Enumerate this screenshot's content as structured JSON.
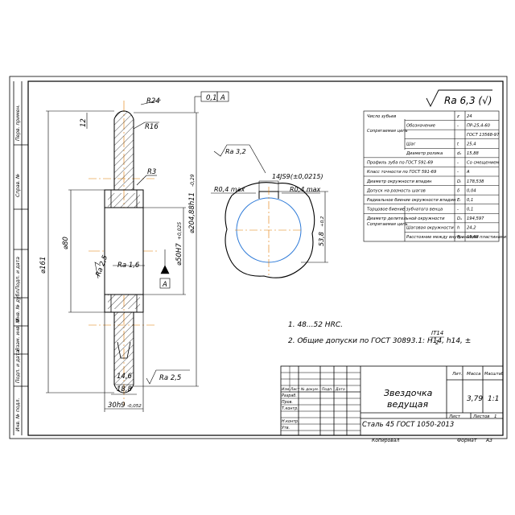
{
  "part_title": [
    "Звездочка",
    "ведущая"
  ],
  "material": "Сталь 45  ГОСТ 1050-2013",
  "surface_roughness_general": "Ra 6,3 (√)",
  "tech_requirements": [
    "1. 48...52 HRC.",
    "2. Общие допуски по ГОСТ 30893.1: H14, h14, ±"
  ],
  "tolerance_fraction": {
    "numerator": "IT14",
    "denominator": "2"
  },
  "title_block": {
    "mass_label": "Масса",
    "scale_label": "Масштаб",
    "lit_label": "Лит.",
    "mass": "3,79",
    "scale": "1:1",
    "sheet_label": "Лист",
    "sheets_label": "Листов",
    "sheets": "1",
    "copied_label": "Копировал",
    "format_label": "Формат",
    "format": "A3",
    "roles": [
      "Разраб.",
      "Пров.",
      "Т.контр.",
      "Н.контр.",
      "Утв."
    ],
    "change_headers": [
      "Изм.",
      "Лист",
      "№ докум.",
      "Подп.",
      "Дата"
    ]
  },
  "side_stamp": [
    "Перв. примен.",
    "Справ. №",
    "Подп. и дата",
    "Инв. № дубл.",
    "Взам. инв. №",
    "Подп. и дата",
    "Инв. № подл."
  ],
  "parameters": [
    {
      "name": "Число зубьев",
      "sym": "z",
      "val": "24"
    },
    {
      "name": "Обозначение",
      "sym": "-",
      "val": "ПР-25,4-60"
    },
    {
      "name": "",
      "sym": "",
      "val": "ГОСТ 13568-97"
    },
    {
      "name": "Шаг",
      "sym": "t",
      "val": "25,4"
    },
    {
      "name": "Диаметр ролика",
      "sym": "d₁",
      "val": "15,88"
    },
    {
      "name": "Профиль зуба по ГОСТ 591-69",
      "sym": "-",
      "val": "Со смещением"
    },
    {
      "name": "Класс точности по ГОСТ 591-69",
      "sym": "-",
      "val": "А"
    },
    {
      "name": "Диаметр окружности впадин",
      "sym": "Dᵢ",
      "val": "178,538"
    },
    {
      "name": "Допуск на разность шагов",
      "sym": "δ",
      "val": "0,04"
    },
    {
      "name": "Радиальное биение окружности впадин",
      "sym": "Eᵣ",
      "val": "0,1"
    },
    {
      "name": "Торцовое биение зубчатого венца",
      "sym": "-",
      "val": "0,1"
    },
    {
      "name": "Диаметр делительной окружности",
      "sym": "Dₐ",
      "val": "194,597"
    },
    {
      "name": "Шаговая окружности",
      "sym": "h",
      "val": "24,2"
    },
    {
      "name": "Расстояние между внутренними пластинами",
      "sym": "Bᵥₙ",
      "val": "15,88"
    }
  ],
  "param_group_labels": {
    "conjugate_chain": "Сопрягаемая цепь",
    "conjugate_chain_2": "Сопрягаемая цепь"
  },
  "dimensions": {
    "runout": "0,1",
    "datum": "A",
    "r24": "R24",
    "r16": "R16",
    "r3": "R3",
    "dim12": "12",
    "d80": "⌀80",
    "d161": "⌀161",
    "d50": "⌀50H7",
    "d50_tol": "+0,025",
    "d204": "⌀204,88h11",
    "d204_tol": "-0,29",
    "ra25_side": "Ra 2,5",
    "ra16": "Ra 1,6",
    "ra25_bottom": "Ra 2,5",
    "w146": "14,6",
    "w188": "18,8",
    "w30": "30h9",
    "w30_tol": "-0,052",
    "ra32": "Ra 3,2",
    "key_width": "14JS9(±0,0215)",
    "r04a": "R0,4 max",
    "r04b": "R0,4 max",
    "key_depth": "53,8",
    "key_depth_tol": "+0,2"
  }
}
